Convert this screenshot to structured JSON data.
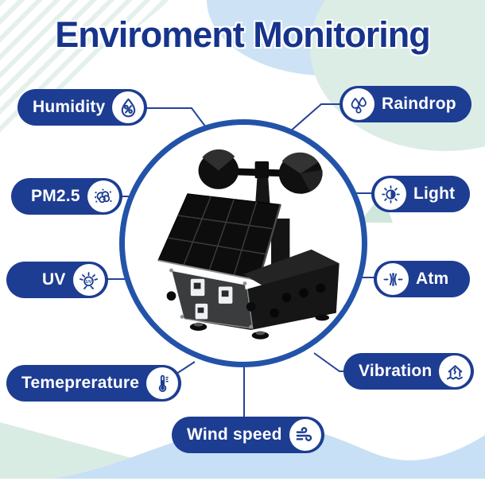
{
  "title": "Enviroment Monitoring",
  "features": [
    {
      "id": "humidity",
      "label": "Humidity",
      "icon": "humidity-drop-percent-icon",
      "side": "left"
    },
    {
      "id": "pm25",
      "label": "PM2.5",
      "icon": "particulate-matter-icon",
      "side": "left"
    },
    {
      "id": "uv",
      "label": "UV",
      "icon": "uv-sun-icon",
      "side": "left"
    },
    {
      "id": "temperature",
      "label": "Temeprerature",
      "icon": "thermometer-icon",
      "side": "left"
    },
    {
      "id": "windspeed",
      "label": "Wind speed",
      "icon": "wind-icon",
      "side": "bottom"
    },
    {
      "id": "raindrop",
      "label": "Raindrop",
      "icon": "raindrops-icon",
      "side": "right"
    },
    {
      "id": "light",
      "label": "Light",
      "icon": "brightness-icon",
      "side": "right"
    },
    {
      "id": "atm",
      "label": "Atm",
      "icon": "air-pressure-icon",
      "side": "right"
    },
    {
      "id": "vibration",
      "label": "Vibration",
      "icon": "earthquake-house-icon",
      "side": "right"
    }
  ],
  "center_image": "black weather station device with solar panel, anemometer cups and sensor modules",
  "colors": {
    "title_navy": "#17348c",
    "pill_navy": "#1d3d92",
    "ring_blue": "#2353a8",
    "connector_navy": "#26439a",
    "deco_mint": "#d9ece4",
    "deco_light_blue": "#c8e0f5",
    "deco_pale_green": "#dcede6"
  }
}
